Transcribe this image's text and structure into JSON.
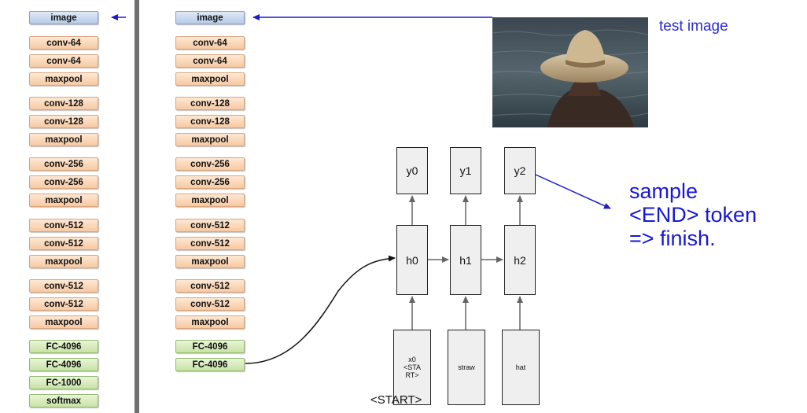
{
  "left_column": [
    {
      "label": "image",
      "kind": "image"
    },
    {
      "label": "conv-64",
      "kind": "conv"
    },
    {
      "label": "conv-64",
      "kind": "conv"
    },
    {
      "label": "maxpool",
      "kind": "pool"
    },
    {
      "label": "conv-128",
      "kind": "conv"
    },
    {
      "label": "conv-128",
      "kind": "conv"
    },
    {
      "label": "maxpool",
      "kind": "pool"
    },
    {
      "label": "conv-256",
      "kind": "conv"
    },
    {
      "label": "conv-256",
      "kind": "conv"
    },
    {
      "label": "maxpool",
      "kind": "pool"
    },
    {
      "label": "conv-512",
      "kind": "conv"
    },
    {
      "label": "conv-512",
      "kind": "conv"
    },
    {
      "label": "maxpool",
      "kind": "pool"
    },
    {
      "label": "conv-512",
      "kind": "conv"
    },
    {
      "label": "conv-512",
      "kind": "conv"
    },
    {
      "label": "maxpool",
      "kind": "pool"
    },
    {
      "label": "FC-4096",
      "kind": "fc"
    },
    {
      "label": "FC-4096",
      "kind": "fc"
    },
    {
      "label": "FC-1000",
      "kind": "fc"
    },
    {
      "label": "softmax",
      "kind": "fc"
    }
  ],
  "right_column": [
    {
      "label": "image",
      "kind": "image"
    },
    {
      "label": "conv-64",
      "kind": "conv"
    },
    {
      "label": "conv-64",
      "kind": "conv"
    },
    {
      "label": "maxpool",
      "kind": "pool"
    },
    {
      "label": "conv-128",
      "kind": "conv"
    },
    {
      "label": "conv-128",
      "kind": "conv"
    },
    {
      "label": "maxpool",
      "kind": "pool"
    },
    {
      "label": "conv-256",
      "kind": "conv"
    },
    {
      "label": "conv-256",
      "kind": "conv"
    },
    {
      "label": "maxpool",
      "kind": "pool"
    },
    {
      "label": "conv-512",
      "kind": "conv"
    },
    {
      "label": "conv-512",
      "kind": "conv"
    },
    {
      "label": "maxpool",
      "kind": "pool"
    },
    {
      "label": "conv-512",
      "kind": "conv"
    },
    {
      "label": "conv-512",
      "kind": "conv"
    },
    {
      "label": "maxpool",
      "kind": "pool"
    },
    {
      "label": "FC-4096",
      "kind": "fc"
    },
    {
      "label": "FC-4096",
      "kind": "fc"
    }
  ],
  "test_image_label": "test image",
  "rnn": {
    "outputs": [
      "y0",
      "y1",
      "y2"
    ],
    "hidden": [
      "h0",
      "h1",
      "h2"
    ],
    "inputs": [
      "x0\n<STA\nRT>",
      "straw",
      "hat"
    ],
    "start_label": "<START>"
  },
  "annotation": "sample\n<END> token\n=> finish.",
  "colors": {
    "arrow_blue": "#1a1ad0",
    "label_blue": "#2d2dd0",
    "divider": "#707070",
    "conv_fill": "#f7c9a2",
    "fc_fill": "#c7e3a6",
    "image_fill": "#b7cbe8"
  }
}
